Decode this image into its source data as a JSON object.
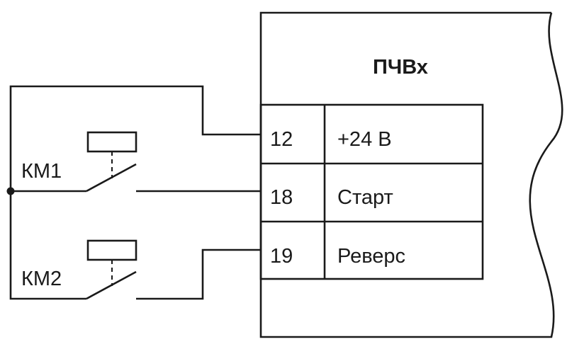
{
  "device": {
    "title": "ПЧВх",
    "terminals": [
      {
        "number": "12",
        "label": "+24 В"
      },
      {
        "number": "18",
        "label": "Старт"
      },
      {
        "number": "19",
        "label": "Реверс"
      }
    ]
  },
  "contactors": [
    {
      "label": "КМ1"
    },
    {
      "label": "КМ2"
    }
  ]
}
